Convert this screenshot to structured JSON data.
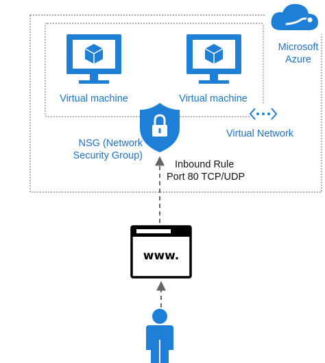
{
  "colors": {
    "azure_blue": "#1e7fd6",
    "label_blue": "#1b73c9",
    "dash_gray": "#7a7a7a",
    "text_black": "#111111"
  },
  "cloud": {
    "icon": "azure-cloud-icon",
    "label_line1": "Microsoft",
    "label_line2": "Azure"
  },
  "vnet": {
    "icon": "virtual-network-icon",
    "label": "Virtual Network"
  },
  "vms": [
    {
      "icon": "virtual-machine-icon",
      "label": "Virtual machine"
    },
    {
      "icon": "virtual-machine-icon",
      "label": "Virtual machine"
    }
  ],
  "nsg": {
    "icon": "shield-lock-icon",
    "label_line1": "NSG (Network",
    "label_line2": "Security Group)"
  },
  "rule": {
    "line1": "Inbound Rule",
    "line2": "Port 80 TCP/UDP"
  },
  "browser": {
    "icon": "browser-window-icon",
    "text": "www."
  },
  "user": {
    "icon": "person-icon"
  }
}
